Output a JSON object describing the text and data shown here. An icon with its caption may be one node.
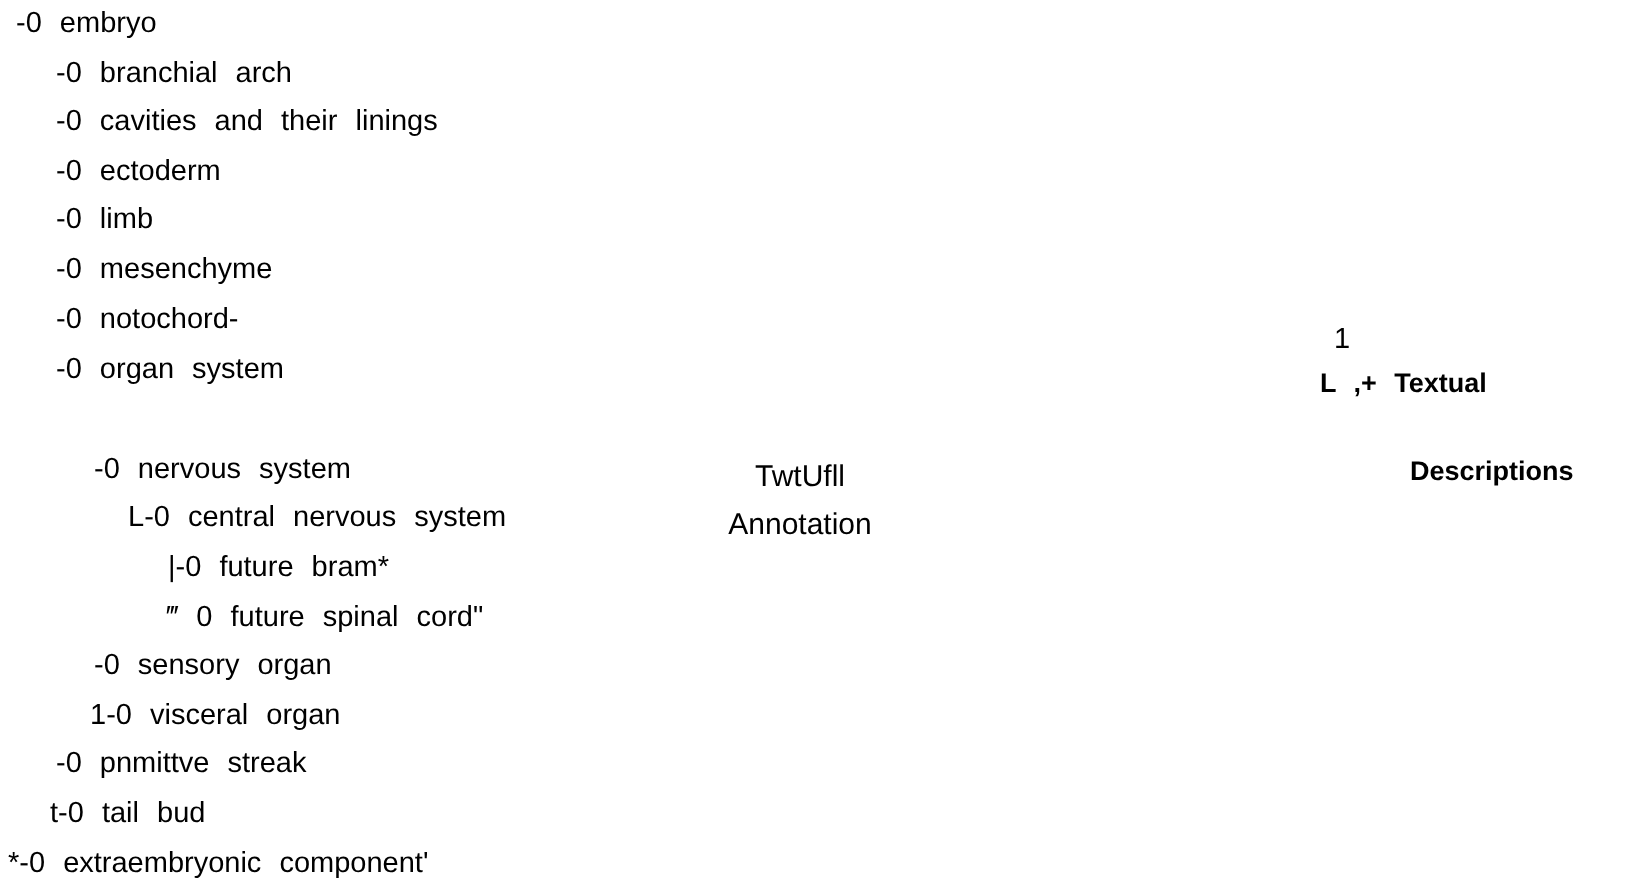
{
  "diagram": {
    "labels": [
      "-0 embryo",
      "-0 branchial arch",
      "-0 cavities and their linings",
      "-0 ectoderm",
      "-0 limb",
      "-0 mesenchyme",
      "-0 notochord-",
      "-0 organ system",
      "1",
      "L ,+ Textual",
      "-0 nervous system",
      "TwtUfll Annotation",
      "Descriptions",
      "L-0 central nervous system",
      "|-0 future bram*",
      "‴ 0 future spinal cord\"",
      "-0 sensory organ",
      "1-0 visceral organ",
      "-0 pnmittve streak",
      "t-0 tail bud",
      "*-0 extraembryonic component'"
    ]
  }
}
